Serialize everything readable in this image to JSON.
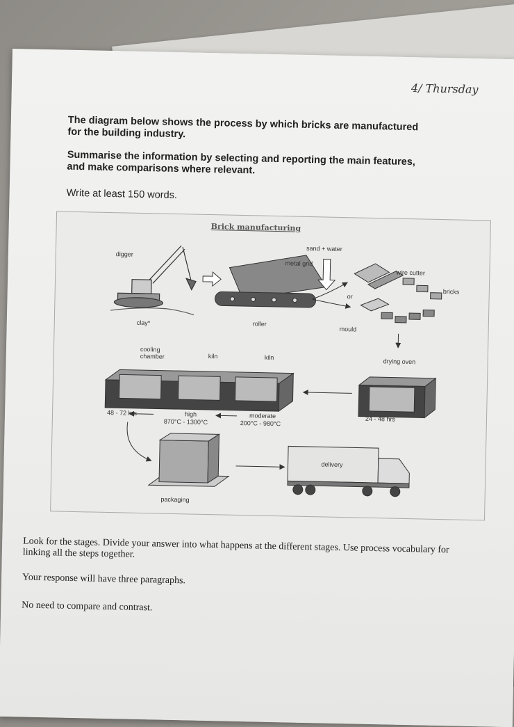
{
  "handwriting": "4/ Thursday",
  "prompt": {
    "line1": "The diagram below shows the process by which bricks are manufactured for the building industry.",
    "line2": "Summarise the information by selecting and reporting the main features, and make comparisons where relevant.",
    "line3": "Write at least 150 words."
  },
  "diagram": {
    "title": "Brick manufacturing",
    "labels": {
      "digger": "digger",
      "clay": "clay*",
      "metal_grid": "metal grid",
      "roller": "roller",
      "sand_water": "sand + water",
      "or": "or",
      "wire_cutter": "wire cutter",
      "bricks": "bricks",
      "mould": "mould",
      "drying_oven": "drying oven",
      "drying_time": "24 - 48 hrs",
      "cooling_chamber": "cooling chamber",
      "kiln1": "kiln",
      "kiln2": "kiln",
      "cooling_time": "48 - 72 hrs",
      "high": "high",
      "high_temp": "870°C - 1300°C",
      "moderate": "moderate",
      "moderate_temp": "200°C - 980°C",
      "delivery": "delivery",
      "packaging": "packaging"
    }
  },
  "instructions": {
    "line1": "Look for the stages. Divide your answer into what happens at the different stages. Use process vocabulary for linking all the steps together.",
    "line2": "Your response will have three paragraphs.",
    "line3": "No need to compare and contrast."
  }
}
